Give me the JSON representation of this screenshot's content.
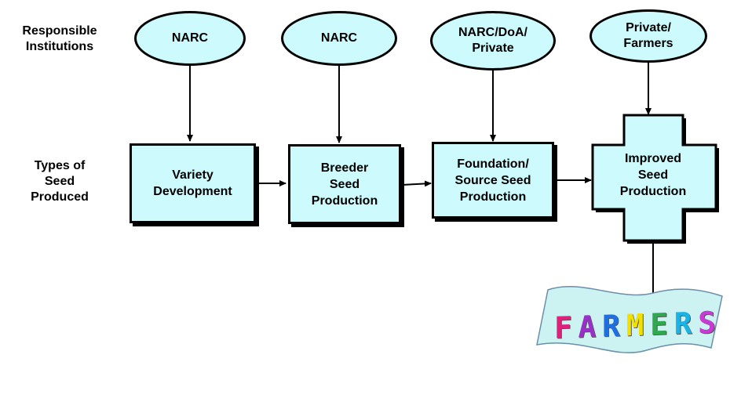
{
  "labels": {
    "responsible": "Responsible\nInstitutions",
    "types": "Types of\nSeed\nProduced"
  },
  "institutions": [
    "NARC",
    "NARC",
    "NARC/DoA/\nPrivate",
    "Private/\nFarmers"
  ],
  "stages": [
    "Variety\nDevelopment",
    "Breeder\nSeed\nProduction",
    "Foundation/\nSource Seed\nProduction",
    "Improved\nSeed\nProduction"
  ],
  "farmers": {
    "letters": [
      "F",
      "A",
      "R",
      "M",
      "E",
      "R",
      "S"
    ],
    "colors": [
      "#e0207a",
      "#9b30c8",
      "#1f6fe0",
      "#f2e000",
      "#2fa84f",
      "#1ab3e6",
      "#c63bd1"
    ],
    "banner_color": "#cdf2f2"
  },
  "colors": {
    "fill": "#cdfafd",
    "stroke": "#000000"
  }
}
